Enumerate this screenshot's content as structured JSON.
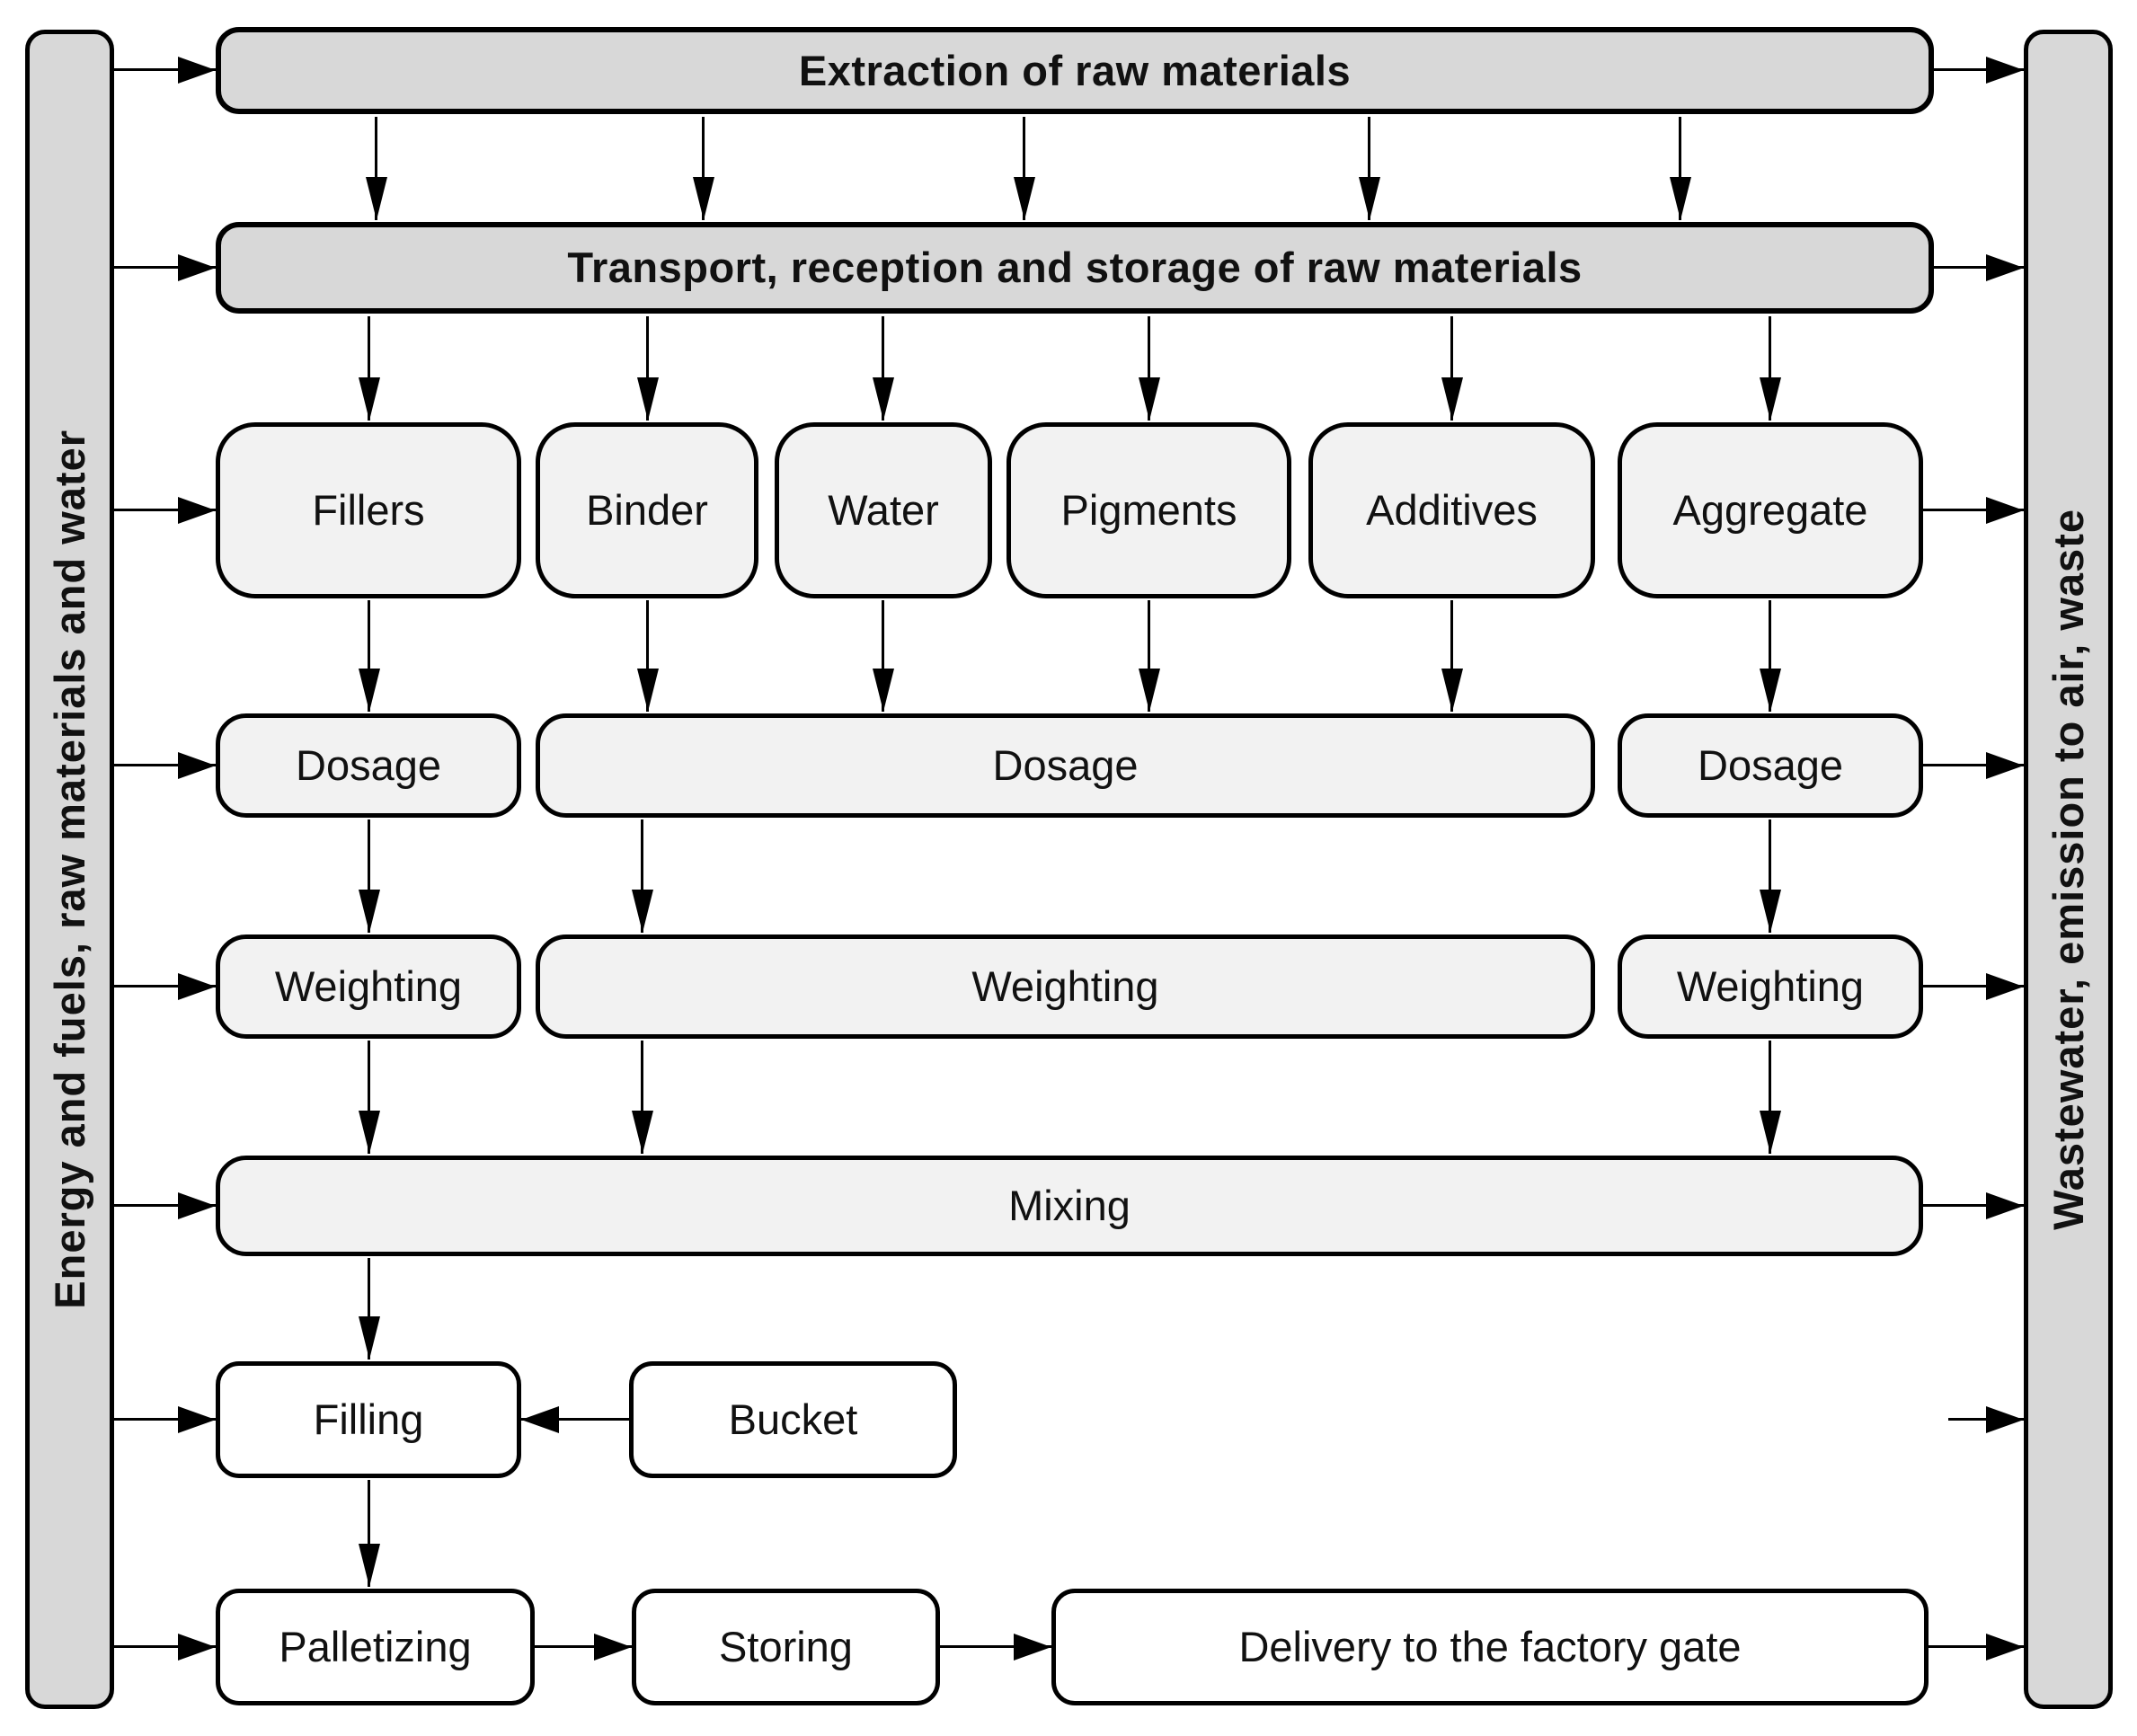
{
  "diagram": {
    "sidebars": {
      "left": "Energy and fuels, raw materials and water",
      "right": "Wastewater, emission to air, waste"
    },
    "nodes": {
      "extraction": "Extraction of raw materials",
      "transport": "Transport, reception and storage of raw materials",
      "fillers": "Fillers",
      "binder": "Binder",
      "water": "Water",
      "pigments": "Pigments",
      "additives": "Additives",
      "aggregate": "Aggregate",
      "dosage_left": "Dosage",
      "dosage_center": "Dosage",
      "dosage_right": "Dosage",
      "weighting_left": "Weighting",
      "weighting_center": "Weighting",
      "weighting_right": "Weighting",
      "mixing": "Mixing",
      "filling": "Filling",
      "bucket": "Bucket",
      "palletizing": "Palletizing",
      "storing": "Storing",
      "delivery": "Delivery to the factory gate"
    },
    "colors": {
      "bar_fill": "#d8d8d8",
      "stage_fill": "#f2f2f2",
      "white_fill": "#ffffff",
      "line": "#000000"
    }
  }
}
